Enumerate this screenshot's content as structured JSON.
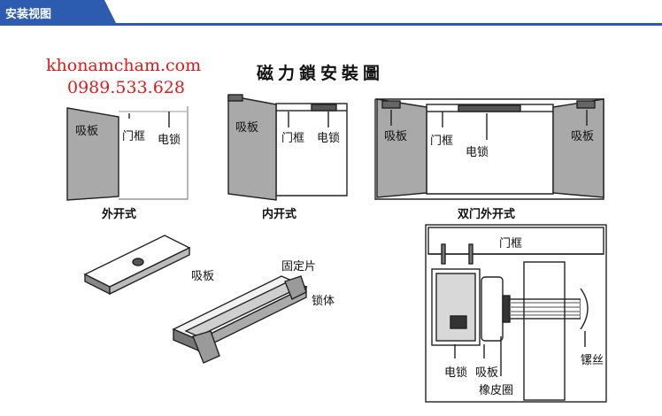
{
  "header": {
    "title": "安装视图",
    "color": "#2d5bb0"
  },
  "watermark": {
    "site": "khonamcham.com",
    "phone": "0989.533.628",
    "color": "#e0191b"
  },
  "diagram": {
    "title": "磁力鎖安裝圖",
    "panels": [
      {
        "caption": "外开式",
        "labels": {
          "plate": "吸板",
          "frame": "门框",
          "lock": "电锁"
        }
      },
      {
        "caption": "内开式",
        "labels": {
          "plate": "吸板",
          "frame": "门框",
          "lock": "电锁"
        }
      },
      {
        "caption": "双门外开式",
        "labels": {
          "plate_left": "吸板",
          "frame": "门框",
          "lock": "电锁",
          "plate_right": "吸板"
        }
      }
    ],
    "parts": {
      "plate": "吸板",
      "bracket": "固定片",
      "body": "锁体"
    },
    "detail": {
      "frame": "门框",
      "lock": "电锁",
      "plate": "吸板",
      "rubber": "橡皮圈",
      "screw": "镙丝"
    }
  }
}
